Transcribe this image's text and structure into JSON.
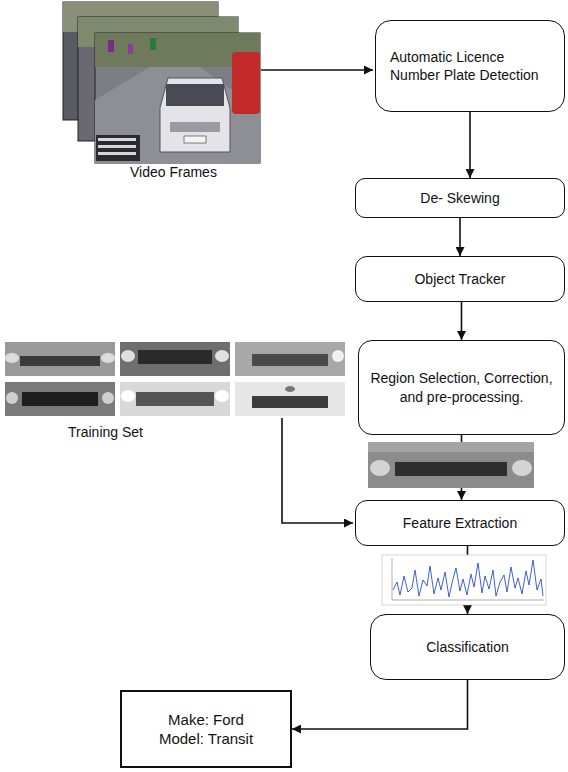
{
  "diagram": {
    "nodes": [
      {
        "text": [
          "Automatic Licence Number Plate Detection"
        ]
      },
      {
        "text": [
          "De- Skewing"
        ]
      },
      {
        "text": [
          "Object Tracker"
        ]
      },
      {
        "text": [
          "Region Selection, Correction, and pre-processing."
        ]
      },
      {
        "text": [
          "Feature Extraction"
        ]
      },
      {
        "text": [
          "Classification"
        ]
      },
      {
        "text": [
          "Make: Ford",
          "Model: Transit"
        ]
      }
    ],
    "edges": [
      {
        "from": 0,
        "to": 1,
        "arrow": "to"
      },
      {
        "from": 1,
        "to": 2,
        "arrow": "to"
      },
      {
        "from": 2,
        "to": 3,
        "arrow": "to"
      },
      {
        "from": 3,
        "to": 4,
        "arrow": "to"
      },
      {
        "from": 4,
        "to": 5,
        "arrow": "to"
      },
      {
        "from": 5,
        "to": 6,
        "arrow": "to"
      }
    ],
    "labels": [
      "Video Frames",
      "Training Set"
    ]
  }
}
